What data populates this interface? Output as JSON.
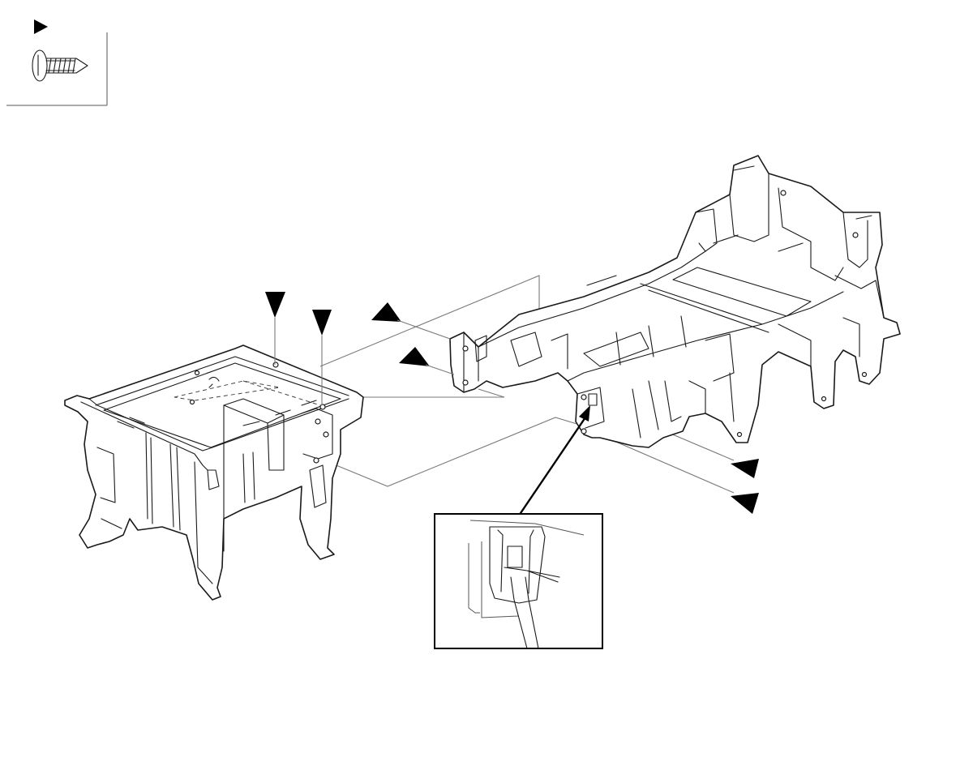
{
  "legend": {
    "symbol_icon": "play-triangle-icon",
    "fastener_icon": "tapping-screw-icon"
  },
  "diagram": {
    "components": [
      "rear-console-box",
      "console-box-bracket",
      "detail-inset-clip"
    ],
    "markers": [
      {
        "name": "screw-marker-top-1",
        "icon": "filled-triangle-marker-icon"
      },
      {
        "name": "screw-marker-top-2",
        "icon": "filled-triangle-marker-icon"
      },
      {
        "name": "screw-marker-side-1",
        "icon": "filled-triangle-marker-icon"
      },
      {
        "name": "screw-marker-side-2",
        "icon": "filled-triangle-marker-icon"
      },
      {
        "name": "screw-marker-right-1",
        "icon": "filled-triangle-marker-icon"
      },
      {
        "name": "screw-marker-right-2",
        "icon": "filled-triangle-marker-icon"
      }
    ]
  },
  "colors": {
    "line": "#1a1a1a",
    "leader": "#7a7a7a",
    "marker": "#000000",
    "background": "#ffffff"
  }
}
